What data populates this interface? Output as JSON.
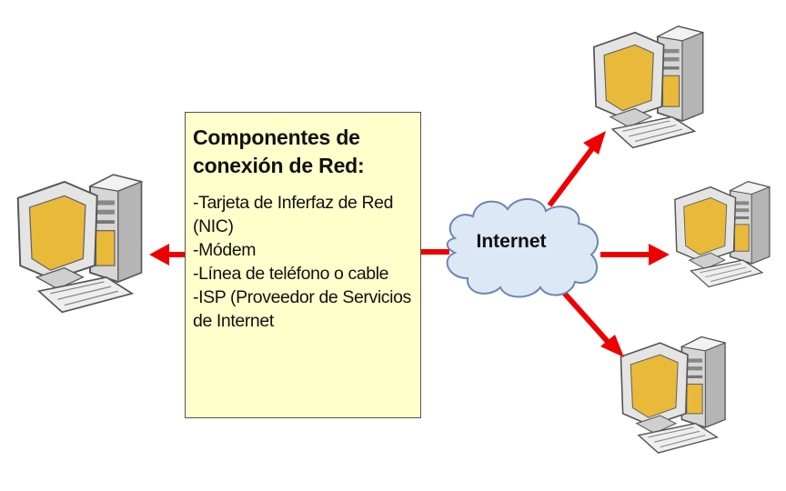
{
  "components_box": {
    "title": "Componentes de conexión de Red:",
    "items": [
      "-Tarjeta de Inferfaz de Red (NIC)",
      "-Módem",
      "-Línea de teléfono o cable",
      "-ISP (Proveedor de Servicios de Internet"
    ]
  },
  "cloud": {
    "label": "Internet"
  },
  "colors": {
    "arrow": "#ee0000",
    "box_fill": "#ffffcc",
    "cloud_fill": "#dde8f6",
    "monitor_screen": "#e9b93a",
    "computer_case": "#dcdcdc"
  },
  "icons": [
    "computer-icon",
    "cloud-icon",
    "arrow-icon"
  ]
}
